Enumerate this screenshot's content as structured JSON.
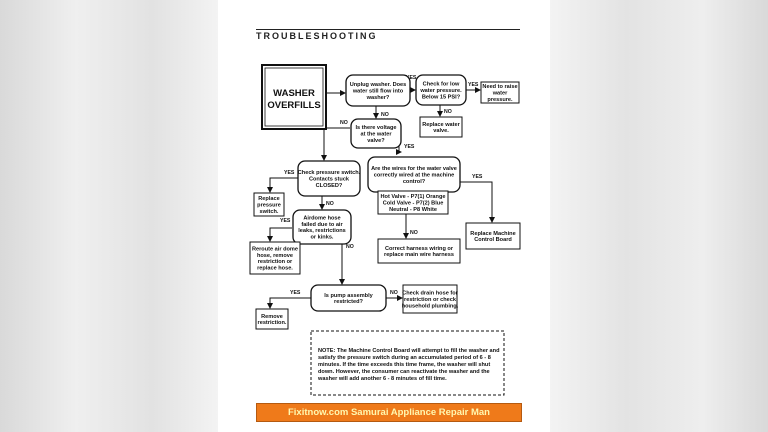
{
  "header": {
    "title": "TROUBLESHOOTING"
  },
  "start": {
    "line1": "WASHER",
    "line2": "OVERFILLS"
  },
  "nodes": {
    "unplug": [
      "Unplug washer. Does",
      "water still flow into",
      "washer?"
    ],
    "low_pressure": [
      "Check for low",
      "water pressure.",
      "Below 15 PSI?"
    ],
    "raise_pressure": [
      "Need to raise",
      "water",
      "pressure."
    ],
    "replace_valve": [
      "Replace water",
      "valve."
    ],
    "voltage": [
      "Is there voltage",
      "at the water",
      "valve?"
    ],
    "pressure_switch": [
      "Check pressure switch.",
      "Contacts stuck",
      "CLOSED?"
    ],
    "wires": [
      "Are the wires for the water valve",
      "correctly wired at the machine",
      "control?"
    ],
    "wire_codes": [
      "Hot Valve - P7(1) Orange",
      "Cold Valve - P7(2) Blue",
      "Neutral - P8 White"
    ],
    "replace_switch": [
      "Replace",
      "pressure",
      "switch."
    ],
    "airdome": [
      "Airdome hose",
      "failed due to air",
      "leaks, restrictions",
      "or kinks."
    ],
    "replace_board": [
      "Replace Machine",
      "Control Board"
    ],
    "correct_harness": [
      "Correct harness wiring or",
      "replace main wire harness"
    ],
    "reroute": [
      "Reroute air dome",
      "hose, remove",
      "restriction or",
      "replace hose."
    ],
    "pump": [
      "Is pump assembly",
      "restricted?"
    ],
    "drain_hose": [
      "Check drain hose for",
      "restriction or check",
      "household plumbing."
    ],
    "remove_restriction": [
      "Remove",
      "restriction."
    ]
  },
  "edge_labels": {
    "yes": "YES",
    "no": "NO"
  },
  "note": {
    "lines": [
      "NOTE: The Machine Control Board will attempt to fill the washer and",
      "satisfy the pressure switch during an accumulated period of 6 - 8",
      "minutes.  If the time exceeds this time frame, the washer will shut",
      "down.  However, the consumer can reactivate the washer and the",
      "washer will add another 6 - 8 minutes of fill time."
    ]
  },
  "footer": {
    "text": "Fixitnow.com Samurai Appliance Repair Man"
  },
  "colors": {
    "footer_bg": "#ef7a1a",
    "footer_text": "#fff8b0",
    "ink": "#111111"
  }
}
